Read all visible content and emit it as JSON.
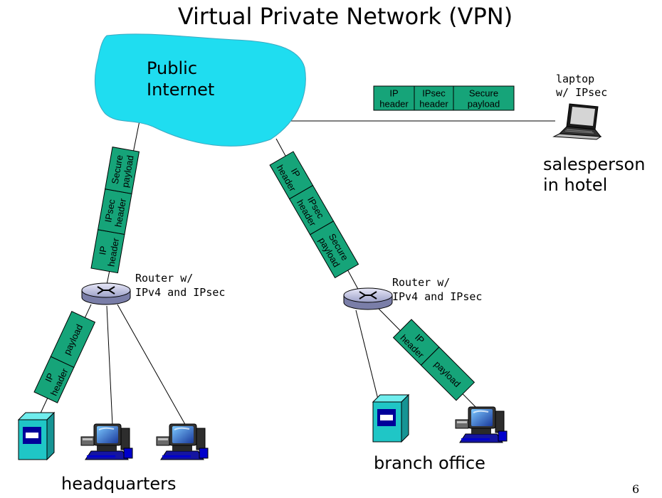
{
  "title": "Virtual Private Network (VPN)",
  "cloud": {
    "line1": "Public",
    "line2": "Internet",
    "color": "#1FDDF0"
  },
  "hotel": {
    "laptop_line1": "laptop",
    "laptop_line2": "w/ IPsec",
    "label_line1": "salesperson",
    "label_line2": "in hotel"
  },
  "hq_router": {
    "line1": "Router w/",
    "line2": "IPv4 and IPsec"
  },
  "branch_router": {
    "line1": "Router w/",
    "line2": "IPv4 and IPsec"
  },
  "hq_label": "headquarters",
  "branch_label": "branch office",
  "page_number": "6",
  "packet_color": "#16A479",
  "packet_hotel": [
    [
      "IP",
      "header"
    ],
    [
      "IPsec",
      "header"
    ],
    [
      "Secure",
      "payload"
    ]
  ],
  "packet_hq_vpn": [
    [
      "IP",
      "header"
    ],
    [
      "IPsec",
      "header"
    ],
    [
      "Secure",
      "payload"
    ]
  ],
  "packet_branch_vpn": [
    [
      "IP",
      "header"
    ],
    [
      "IPsec",
      "header"
    ],
    [
      "Secure",
      "payload"
    ]
  ],
  "packet_hq_lan": [
    [
      "IP",
      "header"
    ],
    [
      "payload"
    ]
  ],
  "packet_branch_lan": [
    [
      "IP",
      "header"
    ],
    [
      "payload"
    ]
  ]
}
